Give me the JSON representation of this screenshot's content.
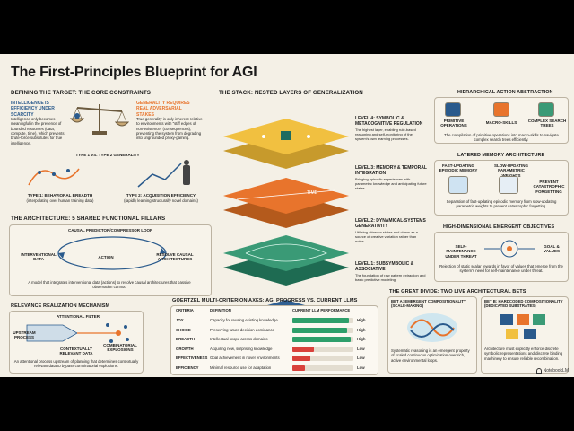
{
  "title": "The First-Principles Blueprint for AGI",
  "defining": {
    "heading": "Defining the Target: The Core Constraints",
    "left_title": "Intelligence is Efficiency Under Scarcity",
    "left_text": "Intelligence only becomes meaningful in the presence of bounded resources (data, compute, time), which prevents brute-force substitutes for true intelligence.",
    "right_title": "Generality Requires Real Adversarial Stakes",
    "right_text": "True generality is only inherent relative to environments with \"stiff edges of non-existence\" (consequences), preventing the system from degrading into ungrounded proxy-gaming.",
    "type_heading": "Type 1 vs. Type 2 Generality",
    "type1_title": "Type 1: Behavioral Breadth",
    "type1_text": "(interpolating over human training data)",
    "type2_title": "Type 2: Acquisition Efficiency",
    "type2_text": "(rapidly learning structurally novel domains)"
  },
  "architecture": {
    "heading": "The Architecture: 5 Shared Functional Pillars",
    "causal_heading": "Causal Predictor/Compressor Loop",
    "causal_nodes": [
      "Interventional Data",
      "Action",
      "Resolve Causal Architectures"
    ],
    "causal_text": "A model that integrates interventional data (actions) to resolve causal architectures that passive observation cannot.",
    "relevance_heading": "Relevance Realization Mechanism",
    "relevance_labels": [
      "Attentional Filter",
      "Upstream Process",
      "Contextually Relevant Data",
      "Combinatorial Explosions"
    ],
    "relevance_text": "An attentional process upstream of planning that determines contextually relevant data to bypass combinatorial explosions."
  },
  "stack": {
    "heading": "The Stack: Nested Layers of Generalization",
    "layers": [
      {
        "title": "Level 4: Symbolic & Metacognitive Regulation",
        "text": "The highest layer, enabling rule-based reasoning and self-monitoring of the system's own learning processes."
      },
      {
        "title": "Level 3: Memory & Temporal Integration",
        "text": "Bridging episodic experiences with parametric knowledge and anticipating future states."
      },
      {
        "title": "Level 2: Dynamical-Systems Generativity",
        "text": "Utilizing attractor states and chaos as a source of creative variation rather than noise."
      },
      {
        "title": "Level 1: Subsymbolic & Associative",
        "text": "The foundation of raw pattern extraction and basic predictive modeling."
      }
    ],
    "time_label": "TIME"
  },
  "hierarchical": {
    "heading": "Hierarchical Action Abstraction",
    "items": [
      "Primitive Operations",
      "Macro-Skills",
      "Complex Search Trees"
    ],
    "text": "The compilation of primitive operations into macro-skills to navigate complex search trees efficiently."
  },
  "memory": {
    "heading": "Layered Memory Architecture",
    "items": [
      "Fast-Updating Episodic Memory",
      "Slow-Updating Parametric Weights",
      "Prevent Catastrophic Forgetting"
    ],
    "text": "Separation of fast-updating episodic memory from slow-updating parametric weights to prevent catastrophic forgetting."
  },
  "objectives": {
    "heading": "High-Dimensional Emergent Objectives",
    "left": "Self-Maintenance Under Threat",
    "right": "Goal & Values",
    "text": "Rejection of static scalar rewards in favor of values that emerge from the system's need for self-maintenance under threat."
  },
  "goertzel": {
    "heading": "Goertzel Multi-Criterion Axes: AGI Progress vs. Current LLMs",
    "columns": [
      "Criteria",
      "Definition",
      "Current LLM Performance"
    ],
    "rows": [
      {
        "criteria": "Joy",
        "definition": "Capacity for reusing existing knowledge",
        "performance": "High",
        "level": 0.92,
        "color": "#2e9f6b"
      },
      {
        "criteria": "Choice",
        "definition": "Preserving future decision dominance",
        "performance": "High",
        "level": 0.9,
        "color": "#2e9f6b"
      },
      {
        "criteria": "Breadth",
        "definition": "Intellectual scope across domains",
        "performance": "High",
        "level": 0.95,
        "color": "#2e9f6b"
      },
      {
        "criteria": "Growth",
        "definition": "Acquiring new, surprising knowledge",
        "performance": "Low",
        "level": 0.35,
        "color": "#d9413b"
      },
      {
        "criteria": "Effectiveness",
        "definition": "Goal achievement in novel environments",
        "performance": "Low",
        "level": 0.3,
        "color": "#d9413b"
      },
      {
        "criteria": "Efficiency",
        "definition": "Minimal resource use for adaptation",
        "performance": "Low",
        "level": 0.2,
        "color": "#d9413b"
      }
    ]
  },
  "divide": {
    "heading": "The Great Divide: Two Live Architectural Bets",
    "bet_a_title": "Bet A: Emergent Compositionality (Scale-Maxing)",
    "bet_a_text": "Systematic reasoning is an emergent property of scaled continuous optimization over rich, active environmental loops.",
    "bet_b_title": "Bet B: Hardcoded Compositionality (Dedicated Substrates)",
    "bet_b_text": "Architecture must explicitly enforce discrete symbolic representations and discrete binding machinery to ensure reliable recombination."
  },
  "brand": "NotebookLM",
  "colors": {
    "accent_orange": "#e8742c",
    "accent_blue": "#2a5a8c",
    "high": "#2e9f6b",
    "low": "#d9413b"
  }
}
